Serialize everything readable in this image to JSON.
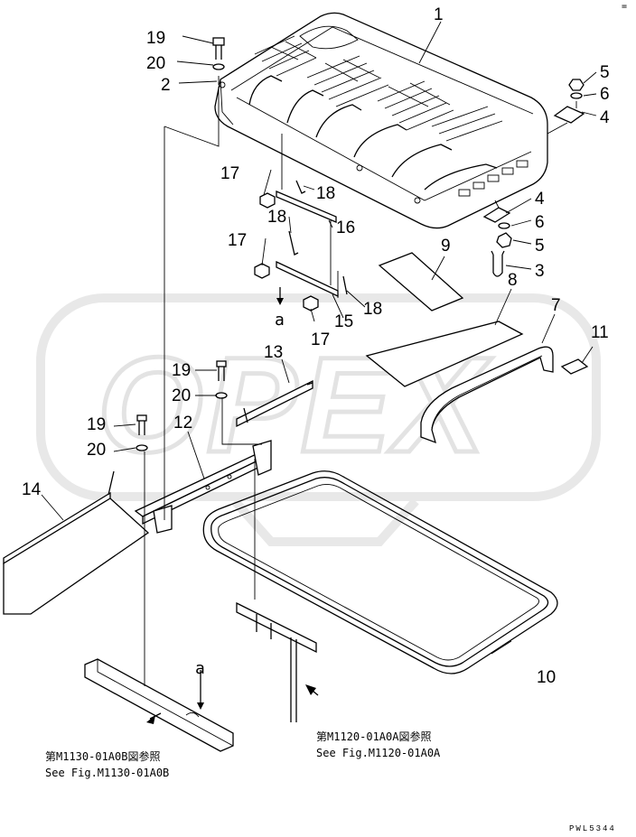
{
  "watermark": "OPEX",
  "callouts": {
    "c1": "1",
    "c2": "2",
    "c3": "3",
    "c4a": "4",
    "c4b": "4",
    "c5a": "5",
    "c5b": "5",
    "c6a": "6",
    "c6b": "6",
    "c7": "7",
    "c8": "8",
    "c9": "9",
    "c10": "10",
    "c11": "11",
    "c12": "12",
    "c13": "13",
    "c14": "14",
    "c15": "15",
    "c16": "16",
    "c17a": "17",
    "c17b": "17",
    "c17c": "17",
    "c18a": "18",
    "c18b": "18",
    "c18c": "18",
    "c19a": "19",
    "c19b": "19",
    "c19c": "19",
    "c20a": "20",
    "c20b": "20",
    "c20c": "20"
  },
  "view_marker": {
    "upper": "a",
    "lower": "a"
  },
  "references": {
    "left_jp": "第M1130-01A0B図参照",
    "left_en": "See Fig.M1130-01A0B",
    "right_jp": "第M1120-01A0A図参照",
    "right_en": "See Fig.M1120-01A0A"
  },
  "drawing_code": "PWL5344",
  "corner_mark": "="
}
